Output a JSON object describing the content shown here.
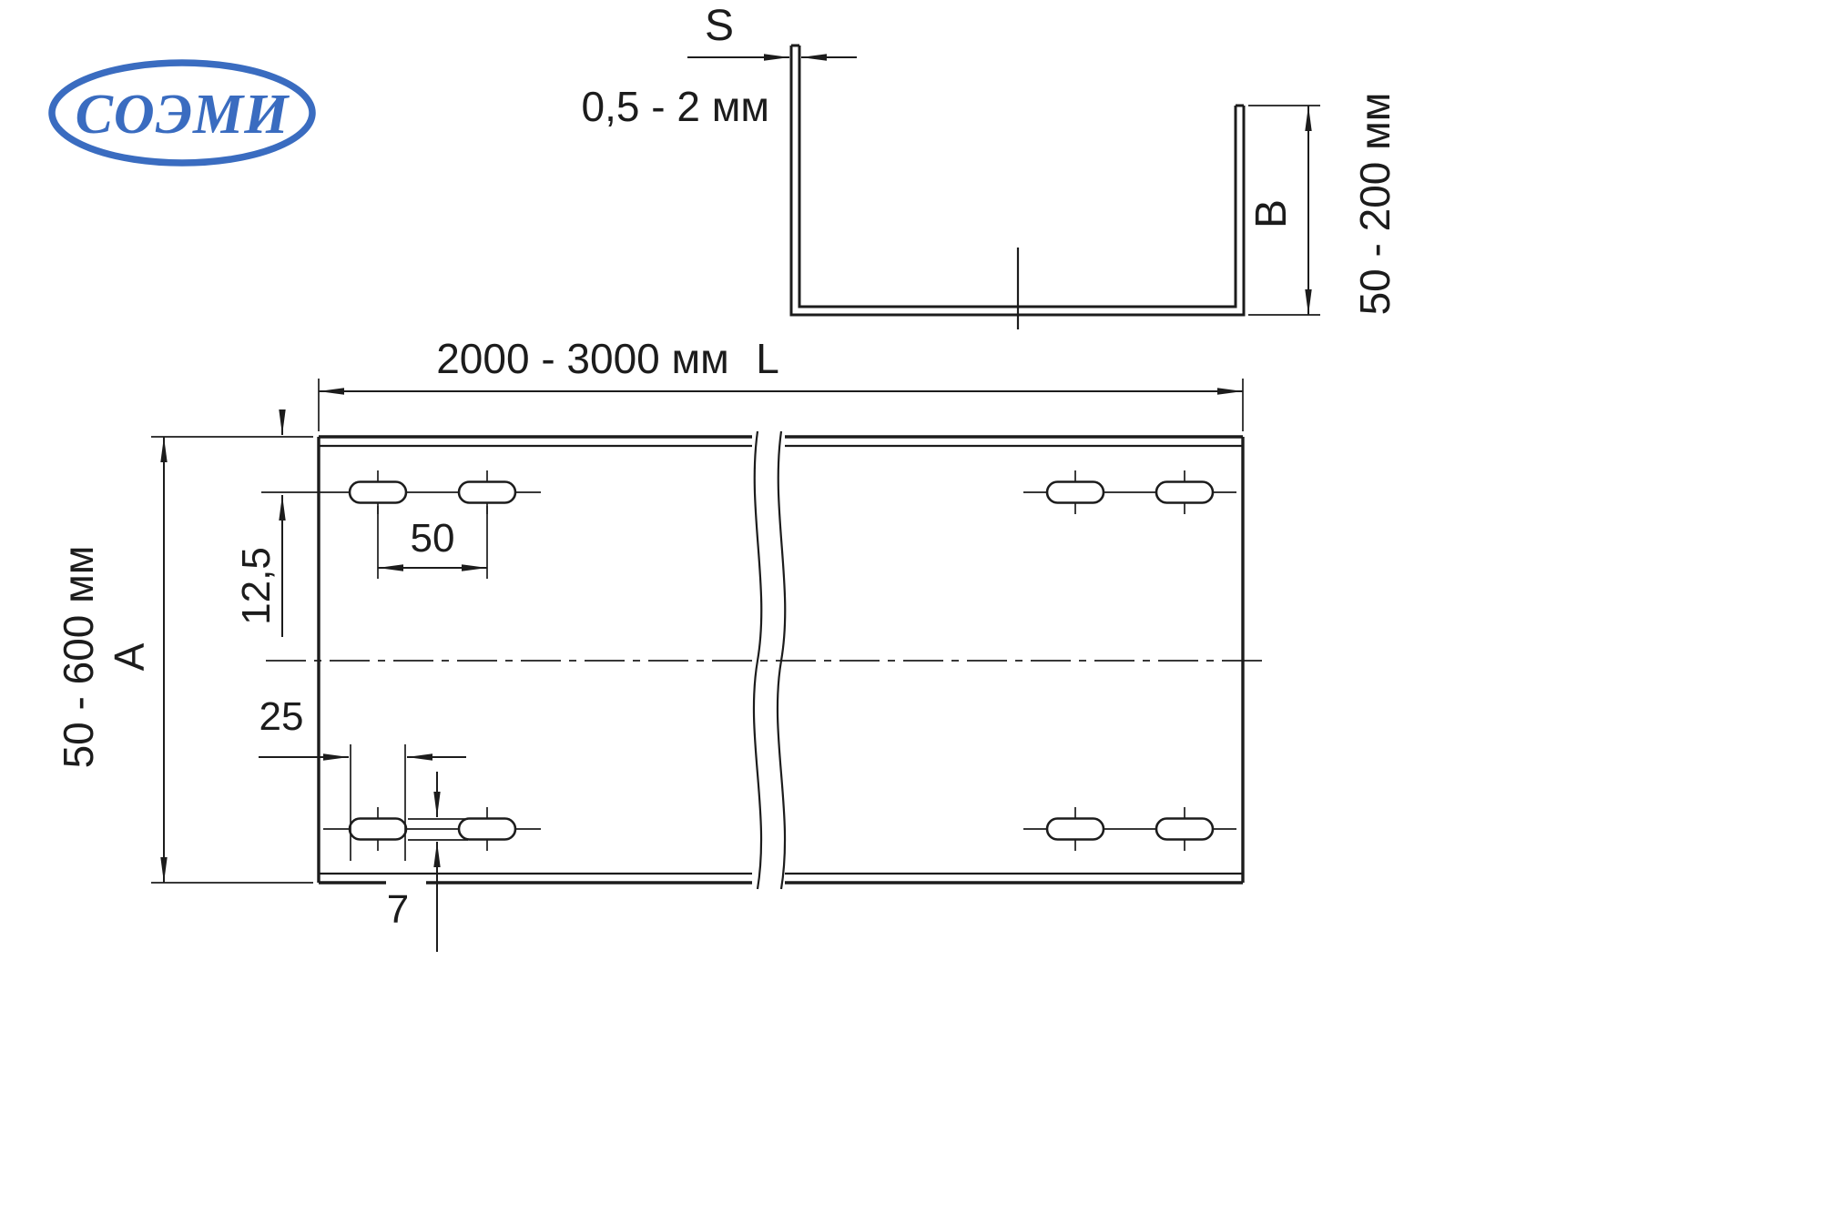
{
  "colors": {
    "line": "#1c1c1c",
    "logo_blue": "#3a6cc0"
  },
  "logo": {
    "text": "СОЭМИ"
  },
  "section_view": {
    "thickness": {
      "label": "S",
      "range": "0,5 - 2 мм"
    },
    "height": {
      "label": "B",
      "range": "50 - 200 мм"
    }
  },
  "plan_view": {
    "length": {
      "range": "2000 - 3000 мм",
      "label": "L"
    },
    "width": {
      "range": "50 - 600 мм",
      "label": "A"
    },
    "holes": {
      "spacing": "50",
      "edge_offset": "12,5",
      "slot_length": "25",
      "slot_width": "7"
    }
  }
}
